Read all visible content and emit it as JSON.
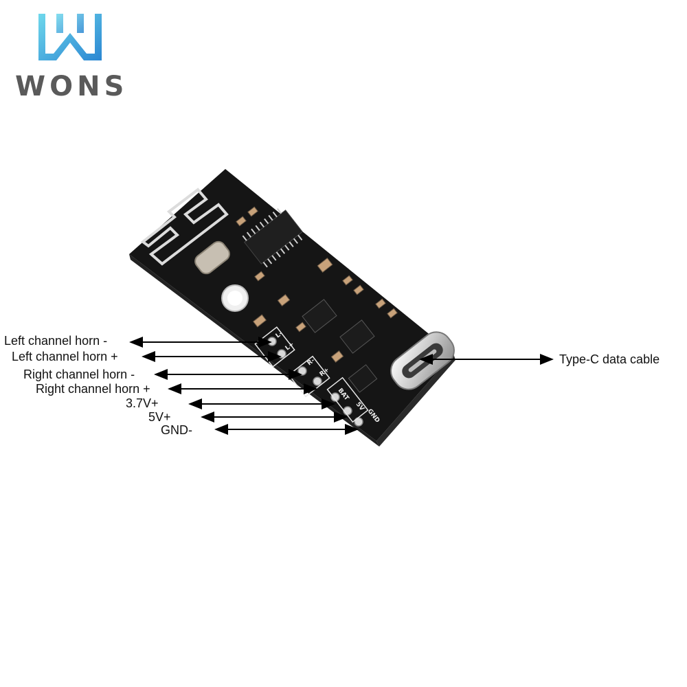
{
  "brand": {
    "name": "WONS",
    "gradient_start": "#5fd0e8",
    "gradient_end": "#2a8fd6",
    "text_color": "#5a5a5a"
  },
  "board": {
    "pcb_color": "#151515",
    "silk_color": "#e8e8e8",
    "pad_labels": [
      "L-",
      "L+",
      "R-",
      "R+",
      "BAT",
      "5V",
      "GND"
    ]
  },
  "callouts": [
    {
      "id": "left-minus",
      "text": "Left channel horn -"
    },
    {
      "id": "left-plus",
      "text": "Left channel horn +"
    },
    {
      "id": "right-minus",
      "text": "Right channel horn -"
    },
    {
      "id": "right-plus",
      "text": "Right channel horn +"
    },
    {
      "id": "bat",
      "text": "3.7V+"
    },
    {
      "id": "five-v",
      "text": "5V+"
    },
    {
      "id": "gnd",
      "text": "GND-"
    },
    {
      "id": "type-c",
      "text": "Type-C data cable"
    }
  ],
  "arrow_color": "#000000"
}
